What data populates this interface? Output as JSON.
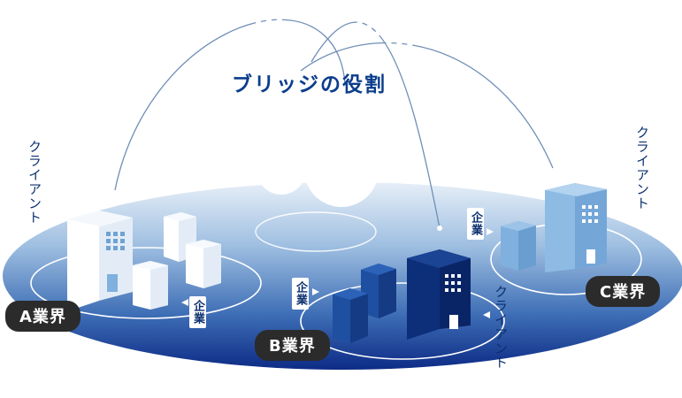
{
  "title": "ブリッジの役割",
  "industries": {
    "a": "A業界",
    "b": "B業界",
    "c": "C業界"
  },
  "labels": {
    "client_a": "クライアント",
    "client_b": "クライアント",
    "client_c": "クライアント",
    "company_a": "企業",
    "company_b": "企業",
    "company_c": "企業"
  },
  "colors": {
    "platform_top": "#dbe8f4",
    "platform_mid": "#4f86c3",
    "platform_bottom": "#0d2c88",
    "accent": "#0b3d8c",
    "pill": "#2b2b2b"
  }
}
